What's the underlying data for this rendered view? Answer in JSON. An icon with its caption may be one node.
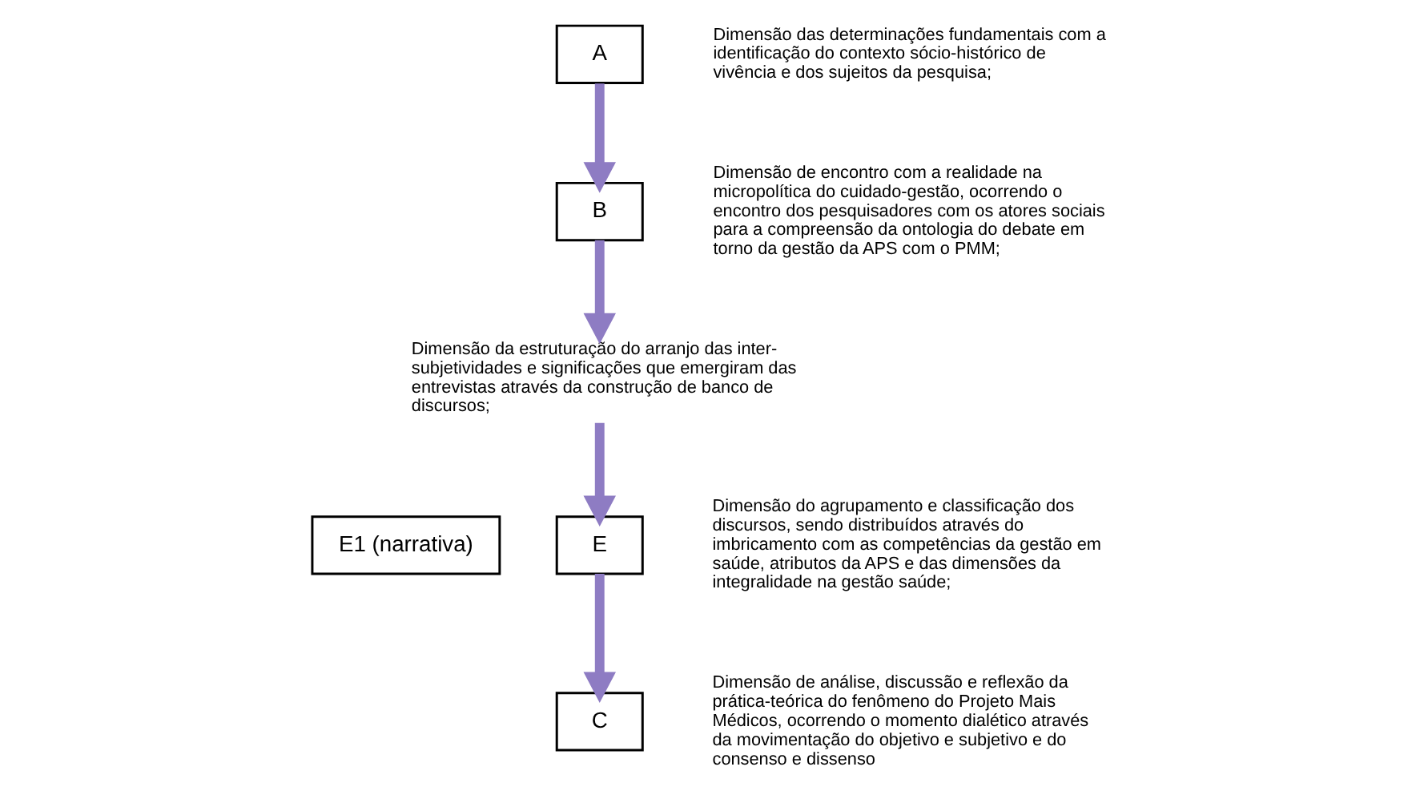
{
  "diagram": {
    "nodes": [
      {
        "text": [
          "C"
        ],
        "beside": [
          "Dimensão de análise, discussão e reflexão da prática-teórica do fenômeno do Projeto Mais Médicos, ocorrendo o momento dialético através da movimentação do objetivo e subjetivo e do consenso e dissenso"
        ]
      },
      {
        "text": [
          "A"
        ],
        "beside": [
          "Dimensão das determinações fundamentais com a identificação do contexto sócio-histórico de vivência e dos sujeitos da pesquisa;"
        ]
      },
      {
        "text": [
          "B"
        ],
        "beside": [
          "Dimensão de encontro com a realidade na micropolítica do cuidado-gestão, ocorrendo o encontro dos pesquisadores com os atores sociais para a compreensão da ontologia do debate em torno da gestão da APS com o PMM;"
        ]
      },
      {
        "text": [
          "Dimensão da estruturação do arranjo das inter-subjetividades e significações que emergiram das entrevistas através da construção de banco de discursos;"
        ]
      },
      {
        "text": [
          "E1 (narrativa)"
        ]
      },
      {
        "text": [
          "E"
        ],
        "beside": [
          "Dimensão do agrupamento e classificação dos discursos, sendo distribuídos através do imbricamento com as competências da gestão em saúde, atributos da APS e das dimensões da integralidade na gestão saúde;"
        ]
      }
    ],
    "edges": [
      {
        "from": 1,
        "to": 2,
        "arrow": "to"
      },
      {
        "from": 2,
        "to": 3,
        "arrow": "to"
      },
      {
        "from": 3,
        "to": 5,
        "arrow": "to"
      },
      {
        "from": 5,
        "to": 0,
        "arrow": "to"
      }
    ]
  }
}
